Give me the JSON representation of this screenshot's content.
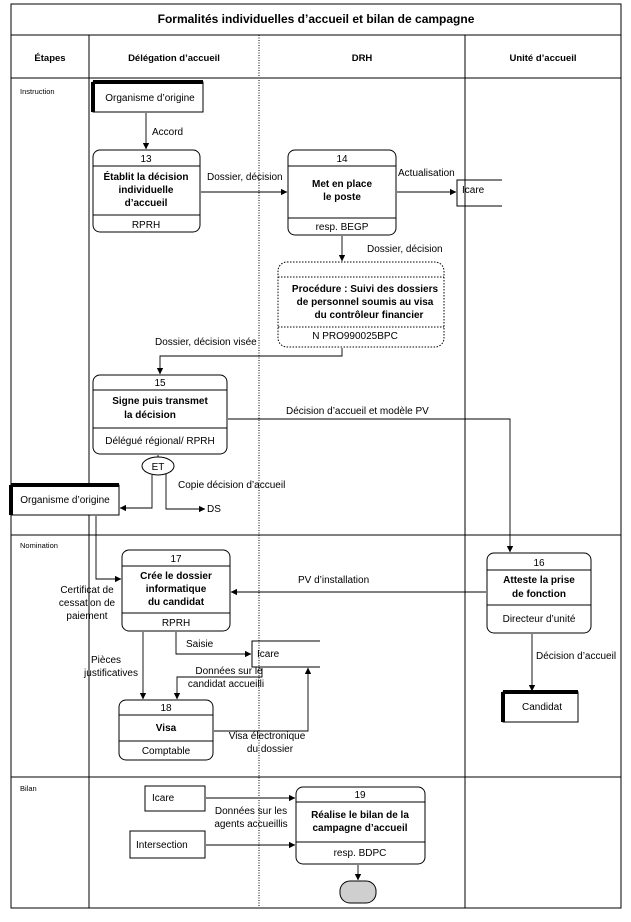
{
  "title": "Formalités individuelles d’accueil et bilan de campagne",
  "columns": {
    "etapes": "Étapes",
    "delegation": "Délégation d’accueil",
    "drh": "DRH",
    "unite": "Unité d’accueil"
  },
  "phases": {
    "instruction": "Instruction",
    "nomination": "Nomination",
    "bilan": "Bilan"
  },
  "documents": {
    "origine_top": "Organisme d’origine",
    "origine_left": "Organisme d’origine",
    "icare_1": "Icare",
    "icare_2": "Icare",
    "icare_3": "Icare",
    "intersection": "Intersection",
    "candidat": "Candidat"
  },
  "steps": {
    "s13": {
      "num": "13",
      "line1": "Établit la décision",
      "line2": "individuelle",
      "line3": "d’accueil",
      "actor": "RPRH"
    },
    "s14": {
      "num": "14",
      "line1": "Met en place",
      "line2": "le poste",
      "actor": "resp. BEGP"
    },
    "proc": {
      "line1": "Procédure : Suivi des dossiers",
      "line2": "de personnel soumis au visa",
      "line3": "du contrôleur financier",
      "ref": "N   PRO990025BPC"
    },
    "s15": {
      "num": "15",
      "line1": "Signe puis transmet",
      "line2": "la décision",
      "actor": "Délégué régional/ RPRH"
    },
    "s16": {
      "num": "16",
      "line1": "Atteste la prise",
      "line2": "de fonction",
      "actor": "Directeur d’unité"
    },
    "s17": {
      "num": "17",
      "line1": "Crée le dossier",
      "line2": "informatique",
      "line3": "du candidat",
      "actor": "RPRH"
    },
    "s18": {
      "num": "18",
      "line1": "Visa",
      "actor": "Comptable"
    },
    "s19": {
      "num": "19",
      "line1": "Réalise le bilan de la",
      "line2": "campagne d’accueil",
      "actor": "resp. BDPC"
    }
  },
  "connector": {
    "et": "ET"
  },
  "flows": {
    "accord": "Accord",
    "dossier_decision_1": "Dossier, décision",
    "actualisation": "Actualisation",
    "dossier_decision_2": "Dossier, décision",
    "dossier_decision_visee": "Dossier, décision visée",
    "decision_modele_pv": "Décision d’accueil et modèle PV",
    "copie_decision": "Copie décision d’accueil",
    "ds": "DS",
    "pv_installation": "PV d’installation",
    "certificat_1": "Certificat de",
    "certificat_2": "cessation de",
    "certificat_3": "paiement",
    "saisie": "Saisie",
    "donnees_candidat_1": "Données sur le",
    "donnees_candidat_2": "candidat accueilli",
    "pieces_1": "Pièces",
    "pieces_2": "justificatives",
    "decision_accueil": "Décision d’accueil",
    "visa_elec_1": "Visa électronique",
    "visa_elec_2": "du dossier",
    "donnees_agents_1": "Données sur les",
    "donnees_agents_2": "agents accueillis"
  }
}
